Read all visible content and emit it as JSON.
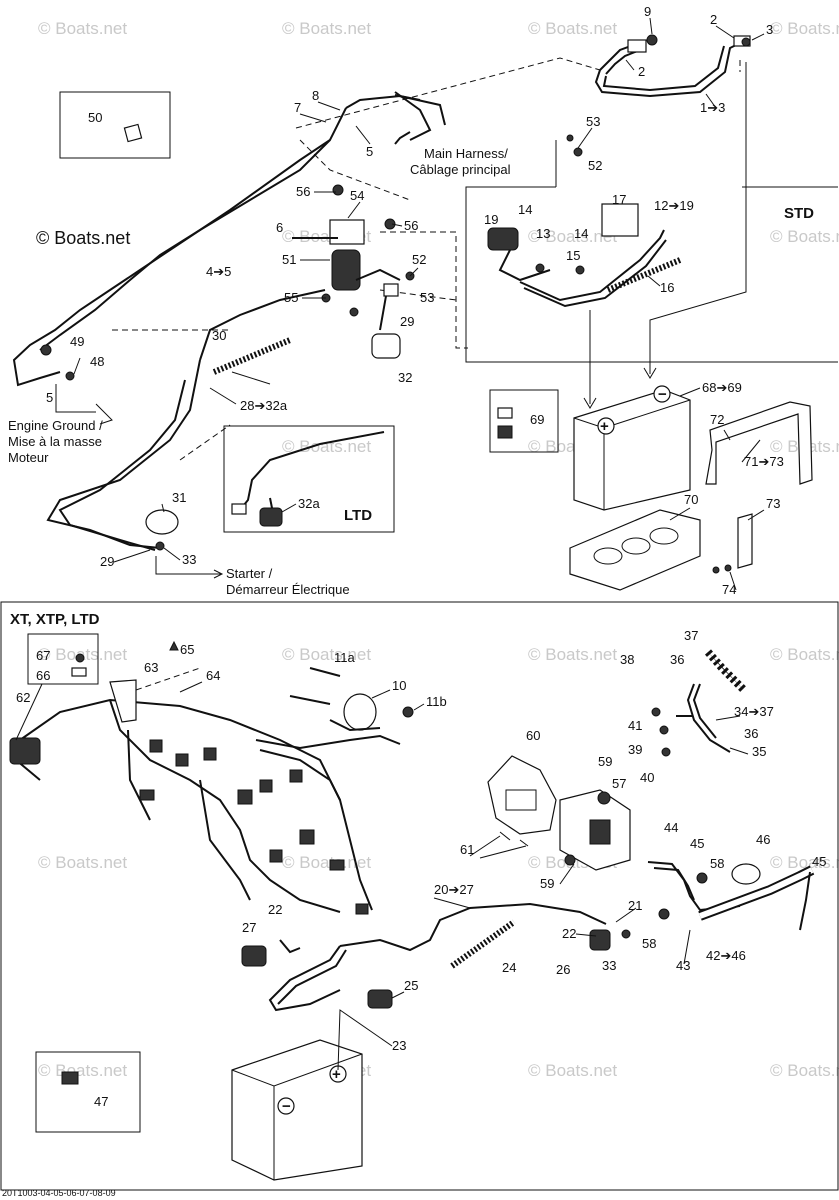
{
  "watermarks": {
    "site": "© Boats.net",
    "logo": "© Boats.net"
  },
  "sections": {
    "std": "STD",
    "ltd": "LTD",
    "xt_xtp_ltd": "XT, XTP, LTD"
  },
  "callouts": {
    "main_harness_en": "Main Harness/",
    "main_harness_fr": "Câblage principal",
    "engine_ground_1": "Engine Ground /",
    "engine_ground_2": "Mise à la masse",
    "engine_ground_3": "Moteur",
    "starter_1": "Starter /",
    "starter_2": "Démarreur Électrique"
  },
  "part_numbers": {
    "p9": "9",
    "p2a": "2",
    "p3": "3",
    "p2b": "2",
    "p1_3": "1➔3",
    "p50": "50",
    "p7": "7",
    "p8": "8",
    "p5a": "5",
    "p53a": "53",
    "p52a": "52",
    "p56a": "56",
    "p54": "54",
    "p6": "6",
    "p56b": "56",
    "p51": "51",
    "p52b": "52",
    "p53b": "53",
    "p55": "55",
    "p29a": "29",
    "p32": "32",
    "p30": "30",
    "p4_5": "4➔5",
    "p49": "49",
    "p48": "48",
    "p5b": "5",
    "p28_32a": "28➔32a",
    "p19": "19",
    "p14a": "14",
    "p13": "13",
    "p17": "17",
    "p12_19": "12➔19",
    "p14b": "14",
    "p15": "15",
    "p16": "16",
    "p68_69": "68➔69",
    "p69": "69",
    "p72": "72",
    "p71_73": "71➔73",
    "p70": "70",
    "p73": "73",
    "p74": "74",
    "p31": "31",
    "p32a": "32a",
    "p29b": "29",
    "p33a": "33",
    "p67": "67",
    "p66": "66",
    "p63": "63",
    "p65": "65",
    "p64": "64",
    "p62": "62",
    "p11a": "11a",
    "p10": "10",
    "p11b": "11b",
    "p37": "37",
    "p38": "38",
    "p36a": "36",
    "p34_37": "34➔37",
    "p41": "41",
    "p36b": "36",
    "p39": "39",
    "p35": "35",
    "p40": "40",
    "p60": "60",
    "p59a": "59",
    "p57": "57",
    "p44": "44",
    "p45a": "45",
    "p46": "46",
    "p45b": "45",
    "p61": "61",
    "p59b": "59",
    "p58a": "58",
    "p20_27": "20➔27",
    "p21": "21",
    "p22a": "22",
    "p58b": "58",
    "p43": "43",
    "p42_46": "42➔46",
    "p22b": "22",
    "p27": "27",
    "p24": "24",
    "p26": "26",
    "p33b": "33",
    "p25": "25",
    "p23": "23",
    "p47": "47"
  },
  "footer": {
    "code": "20T1003-04-05-06-07-08-09"
  }
}
